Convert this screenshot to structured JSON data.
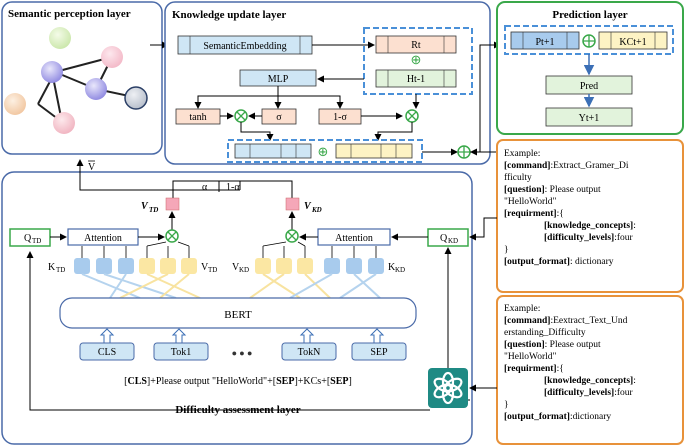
{
  "semantic": {
    "title": "Semantic perception layer"
  },
  "knowledge": {
    "title": "Knowledge update layer",
    "semantic_embedding": "SemanticEmbedding",
    "mlp": "MLP",
    "rt": "Rt",
    "ht1": "Ht-1",
    "tanh": "tanh",
    "sigma": "σ",
    "one_minus_sigma": "1-σ",
    "oplus": "⊕",
    "otimes": "⊗"
  },
  "prediction": {
    "title": "Prediction layer",
    "pt1": "Pt+1",
    "kct1": "KCt+1",
    "pred": "Pred",
    "yt1": "Yt+1"
  },
  "difficulty": {
    "title": "Difficulty assessment layer",
    "v_label": "V",
    "alpha": "α",
    "one_minus_alpha": "1-α",
    "v_td": "V",
    "v_td_sub": "TD",
    "v_kd": "V",
    "v_kd_sub": "KD",
    "q_td": "Q",
    "q_td_sub": "TD",
    "q_kd": "Q",
    "q_kd_sub": "KD",
    "attention": "Attention",
    "k_td": "K",
    "k_td_sub": "TD",
    "vv_td": "V",
    "vv_td_sub": "TD",
    "vv_kd": "V",
    "vv_kd_sub": "KD",
    "k_kd": "K",
    "k_kd_sub": "KD",
    "bert": "BERT",
    "tokens": [
      "CLS",
      "Tok1",
      "TokN",
      "SEP"
    ],
    "dots": "● ● ●",
    "input_text_1": "[",
    "input_cls": "CLS",
    "input_text_2": "]+Please output \"HelloWorld\"+[",
    "input_sep": "SEP",
    "input_text_3": "]+KCs+[",
    "input_sep2": "SEP",
    "input_text_4": "]"
  },
  "example1": {
    "heading": "Example:",
    "command_key": "[command]",
    "command_val": ":Extract_Gramer_Di",
    "command_val2": "fficulty",
    "question_key": "[question]",
    "question_val": ": Please output",
    "question_val2": "\"HelloWorld\"",
    "req_key": "[requirment]",
    "req_open": ":{",
    "kc_key": "[knowledge_concepts]",
    "kc_val": ":",
    "dl_key": "[difficulty_levels]",
    "dl_val": ":four",
    "req_close": "}",
    "of_key": "[output_format]",
    "of_val": ": dictionary"
  },
  "example2": {
    "heading": "Example:",
    "command_key": "[command]",
    "command_val": ":Eextract_Text_Und",
    "command_val2": "erstanding_Difficulty",
    "question_key": "[question]",
    "question_val": ": Please output",
    "question_val2": "\"HelloWorld\"",
    "req_key": "[requirment]",
    "req_open": ":{",
    "kc_key": "[knowledge_concepts]",
    "kc_val": ":",
    "dl_key": "[difficulty_levels]",
    "dl_val": ":four",
    "req_close": "}",
    "of_key": "[output_format]",
    "of_val": ":dictionary"
  },
  "colors": {
    "panel_border": "#4a6aa8",
    "prediction_border": "#3aa84a",
    "example_border": "#e8923a",
    "dashed": "#4a90d8",
    "light_blue": "#cfe6f5",
    "peach": "#fce0d0",
    "light_green": "#e2f3dc",
    "light_yellow": "#fdf3c4",
    "pink": "#f5a7b8",
    "bar_blue": "#a8cbed",
    "bar_yellow": "#fbe7a3",
    "gate_green": "#3aa84a",
    "openai_teal": "#1f8a84"
  }
}
